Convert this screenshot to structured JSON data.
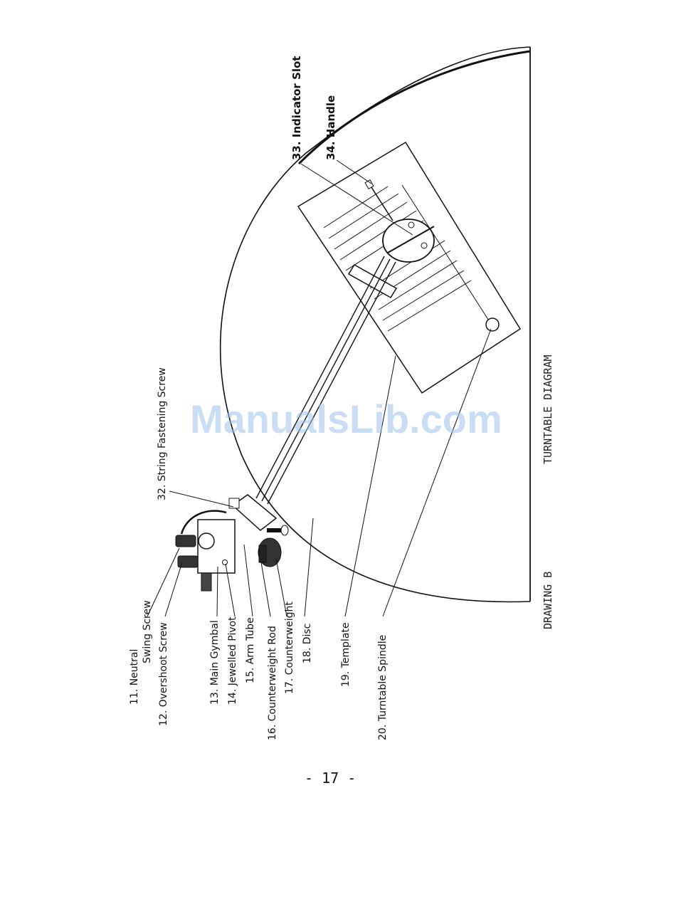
{
  "caption": {
    "drawing": "DRAWING B",
    "title": "TURNTABLE DIAGRAM"
  },
  "labels": {
    "l11": "11. Neutral",
    "l11b": "Swing Screw",
    "l12": "12. Overshoot Screw",
    "l13": "13. Main Gymbal",
    "l14": "14. Jewelled Pivot",
    "l15": "15. Arm Tube",
    "l16": "16. Counterweight Rod",
    "l17": "17. Counterweight",
    "l18": "18. Disc",
    "l19": "19. Template",
    "l20": "20. Turntable Spindle",
    "l32": "32. String Fastening Screw",
    "l33": "33. Indicator Slot",
    "l34": "34. Handle"
  },
  "watermark": "ManualsLib.com",
  "page_number": "- 17 -"
}
